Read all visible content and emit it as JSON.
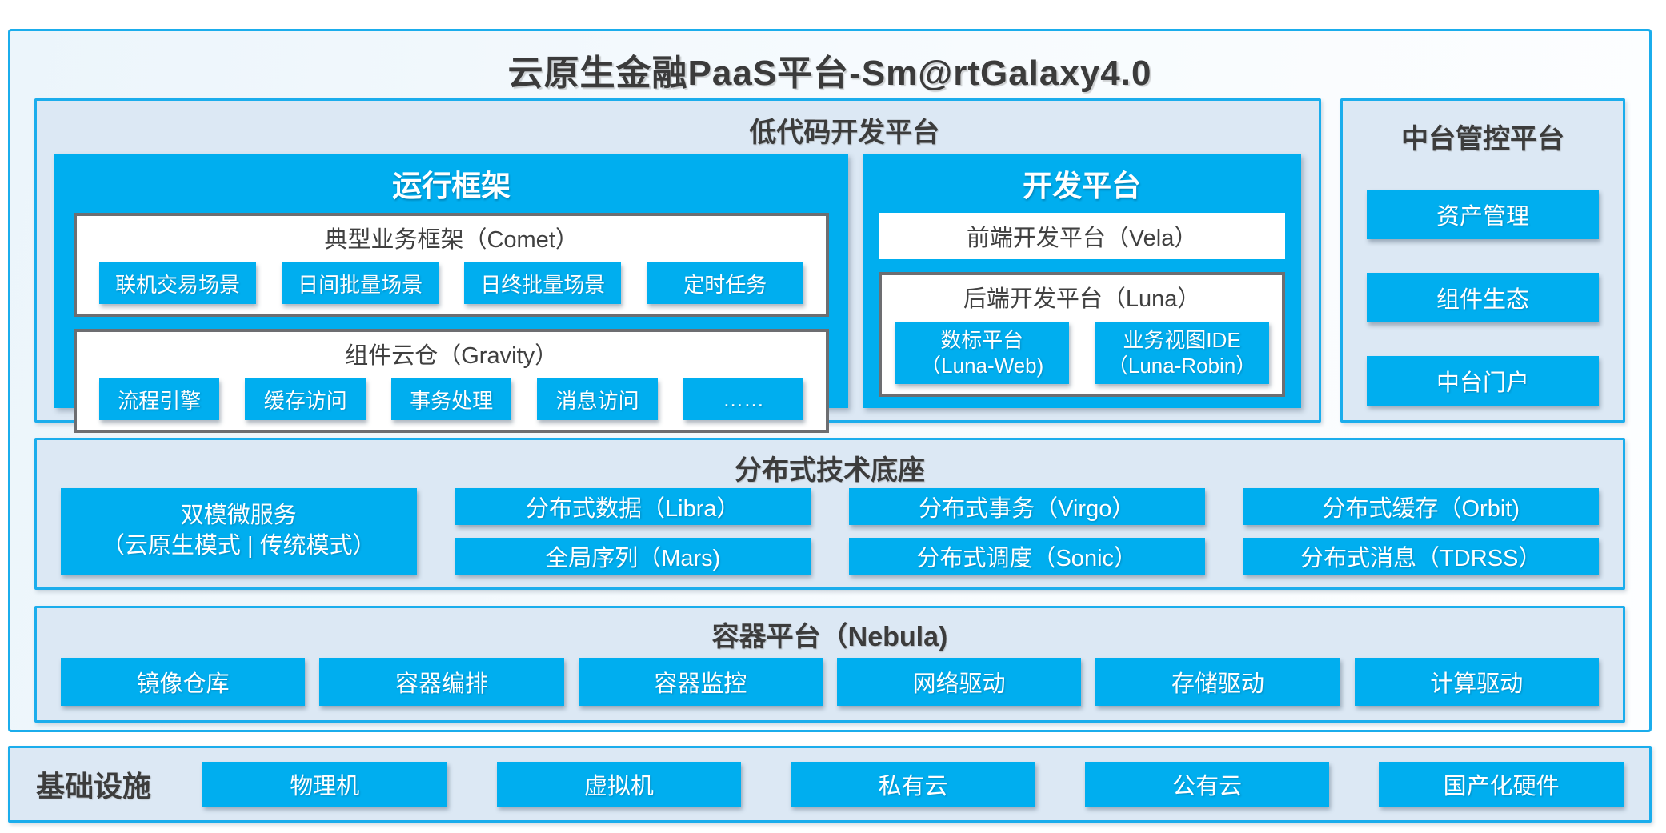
{
  "title": "云原生金融PaaS平台-Sm@rtGalaxy4.0",
  "colors": {
    "primary_blue": "#00aeef",
    "border_cyan": "#1badec",
    "panel_bg": "#dce8f4",
    "grey_border": "#6d6e71",
    "dark_text": "#3c3c3c"
  },
  "low_code": {
    "header": "低代码开发平台",
    "runtime": {
      "title": "运行框架",
      "comet": {
        "title": "典型业务框架（Comet）",
        "items": [
          "联机交易场景",
          "日间批量场景",
          "日终批量场景",
          "定时任务"
        ]
      },
      "gravity": {
        "title": "组件云仓（Gravity）",
        "items": [
          "流程引擎",
          "缓存访问",
          "事务处理",
          "消息访问",
          "……"
        ]
      }
    },
    "dev": {
      "title": "开发平台",
      "vela": "前端开发平台（Vela）",
      "luna": {
        "title": "后端开发平台（Luna）",
        "items": [
          {
            "line1": "数标平台",
            "line2": "（Luna-Web)"
          },
          {
            "line1": "业务视图IDE",
            "line2": "（Luna-Robin）"
          }
        ]
      }
    }
  },
  "mid_platform": {
    "header": "中台管控平台",
    "items": [
      "资产管理",
      "组件生态",
      "中台门户"
    ]
  },
  "distributed": {
    "header": "分布式技术底座",
    "dual_mode": {
      "line1": "双模微服务",
      "line2": "（云原生模式 | 传统模式）"
    },
    "col2": [
      "分布式数据（Libra）",
      "全局序列（Mars)"
    ],
    "col3": [
      "分布式事务（Virgo）",
      "分布式调度（Sonic）"
    ],
    "col4": [
      "分布式缓存（Orbit)",
      "分布式消息（TDRSS）"
    ]
  },
  "container_platform": {
    "header": "容器平台（Nebula)",
    "items": [
      "镜像仓库",
      "容器编排",
      "容器监控",
      "网络驱动",
      "存储驱动",
      "计算驱动"
    ]
  },
  "infrastructure": {
    "header": "基础设施",
    "items": [
      "物理机",
      "虚拟机",
      "私有云",
      "公有云",
      "国产化硬件"
    ]
  }
}
